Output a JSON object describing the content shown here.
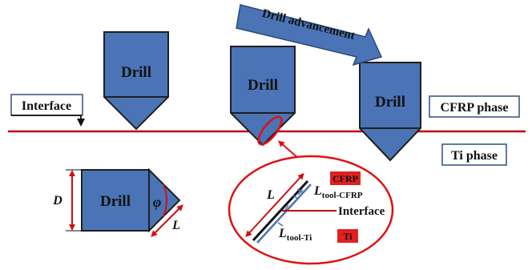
{
  "labels": {
    "drill": "Drill",
    "interface": "Interface",
    "drill_advancement": "Drill advancement",
    "cfrp_phase": "CFRP phase",
    "ti_phase": "Ti phase",
    "diameter": "D",
    "angle": "φ",
    "length": "L",
    "inset_length": "L",
    "inset_interface": "Interface",
    "l_cfrp_base": "L",
    "l_cfrp_sub": "tool-CFRP",
    "l_ti_base": "L",
    "l_ti_sub": "tool-Ti",
    "badge_cfrp": "CFRP",
    "badge_ti": "Ti"
  },
  "colors": {
    "drill_fill": "#4a74b6",
    "drill_stroke": "#1f1f1f",
    "interface_line": "#c00000",
    "arrow_fill": "#4a74b6",
    "badge_bg": "#e02020",
    "label_border": "#2f4f7f",
    "dimension_arrow": "#d01010"
  },
  "icons": {
    "interface_pointer": "bent-arrow-icon",
    "advancement_arrow": "block-arrow-icon"
  }
}
